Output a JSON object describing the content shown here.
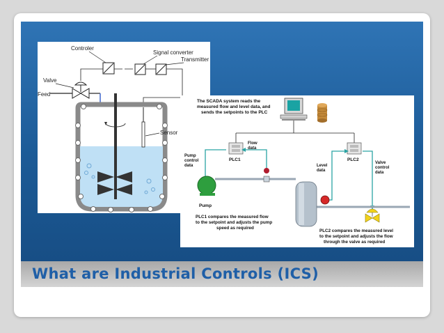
{
  "slide": {
    "title": "What are Industrial Controls (ICS)"
  },
  "reactor_diagram": {
    "labels": {
      "controller": "Controler",
      "signal_converter": "Signal converter",
      "transmitter": "Transmitter",
      "valve": "Valve",
      "feed": "Feed",
      "sensor": "Sensor"
    }
  },
  "scada_diagram": {
    "scada_text": [
      "The SCADA system reads the",
      "measured flow and level data, and",
      "sends the setpoints to the PLC"
    ],
    "flow_data": [
      "Flow",
      "data"
    ],
    "pump_control_data": [
      "Pump",
      "control",
      "data"
    ],
    "plc1": "PLC1",
    "plc2": "PLC2",
    "level_data": [
      "Level",
      "data"
    ],
    "valve_control_data": [
      "Valve",
      "control",
      "data"
    ],
    "pump": "Pump",
    "plc1_text": [
      "PLC1 compares the measured flow",
      "to the setpoint and adjusts the pump",
      "speed as required"
    ],
    "plc2_text": [
      "PLC2 compares the measured level",
      "to the setpoint and adjusts the flow",
      "through the valve as required"
    ]
  },
  "colors": {
    "title": "#1f5fa7",
    "panel": "#1f5f9c",
    "liquid": "#bfe0f5",
    "pump_green": "#2e9e3e",
    "valve_yellow": "#f2d21b",
    "sensor_red": "#d62828",
    "signal_teal": "#2aa3a3"
  }
}
